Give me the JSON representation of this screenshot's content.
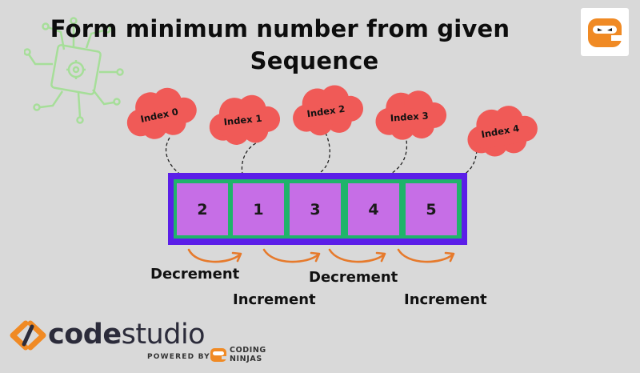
{
  "title": {
    "line1": "Form minimum number from given",
    "line2": "Sequence"
  },
  "clouds": [
    {
      "label": "Index 0"
    },
    {
      "label": "Index 1"
    },
    {
      "label": "Index 2"
    },
    {
      "label": "Index 3"
    },
    {
      "label": "Index 4"
    }
  ],
  "array": {
    "values": [
      "2",
      "1",
      "3",
      "4",
      "5"
    ],
    "colors": {
      "outer": "#5b1ee8",
      "border": "#1fb46a",
      "cell": "#c66ee6"
    }
  },
  "operations": [
    {
      "label": "Decrement"
    },
    {
      "label": "Increment"
    },
    {
      "label": "Decrement"
    },
    {
      "label": "Increment"
    }
  ],
  "colors": {
    "cloud": "#f05a57",
    "arrow": "#e67a2c",
    "brand_orange": "#f08a24"
  },
  "footer": {
    "brand_first": "code",
    "brand_second": "studio",
    "powered": "POWERED BY",
    "cn_line1": "CODING",
    "cn_line2": "NINJAS"
  },
  "icons": {
    "top_right": "coding-ninjas-logo-icon",
    "decoration": "circuit-chip-icon",
    "footer": "codestudio-logo-icon"
  }
}
